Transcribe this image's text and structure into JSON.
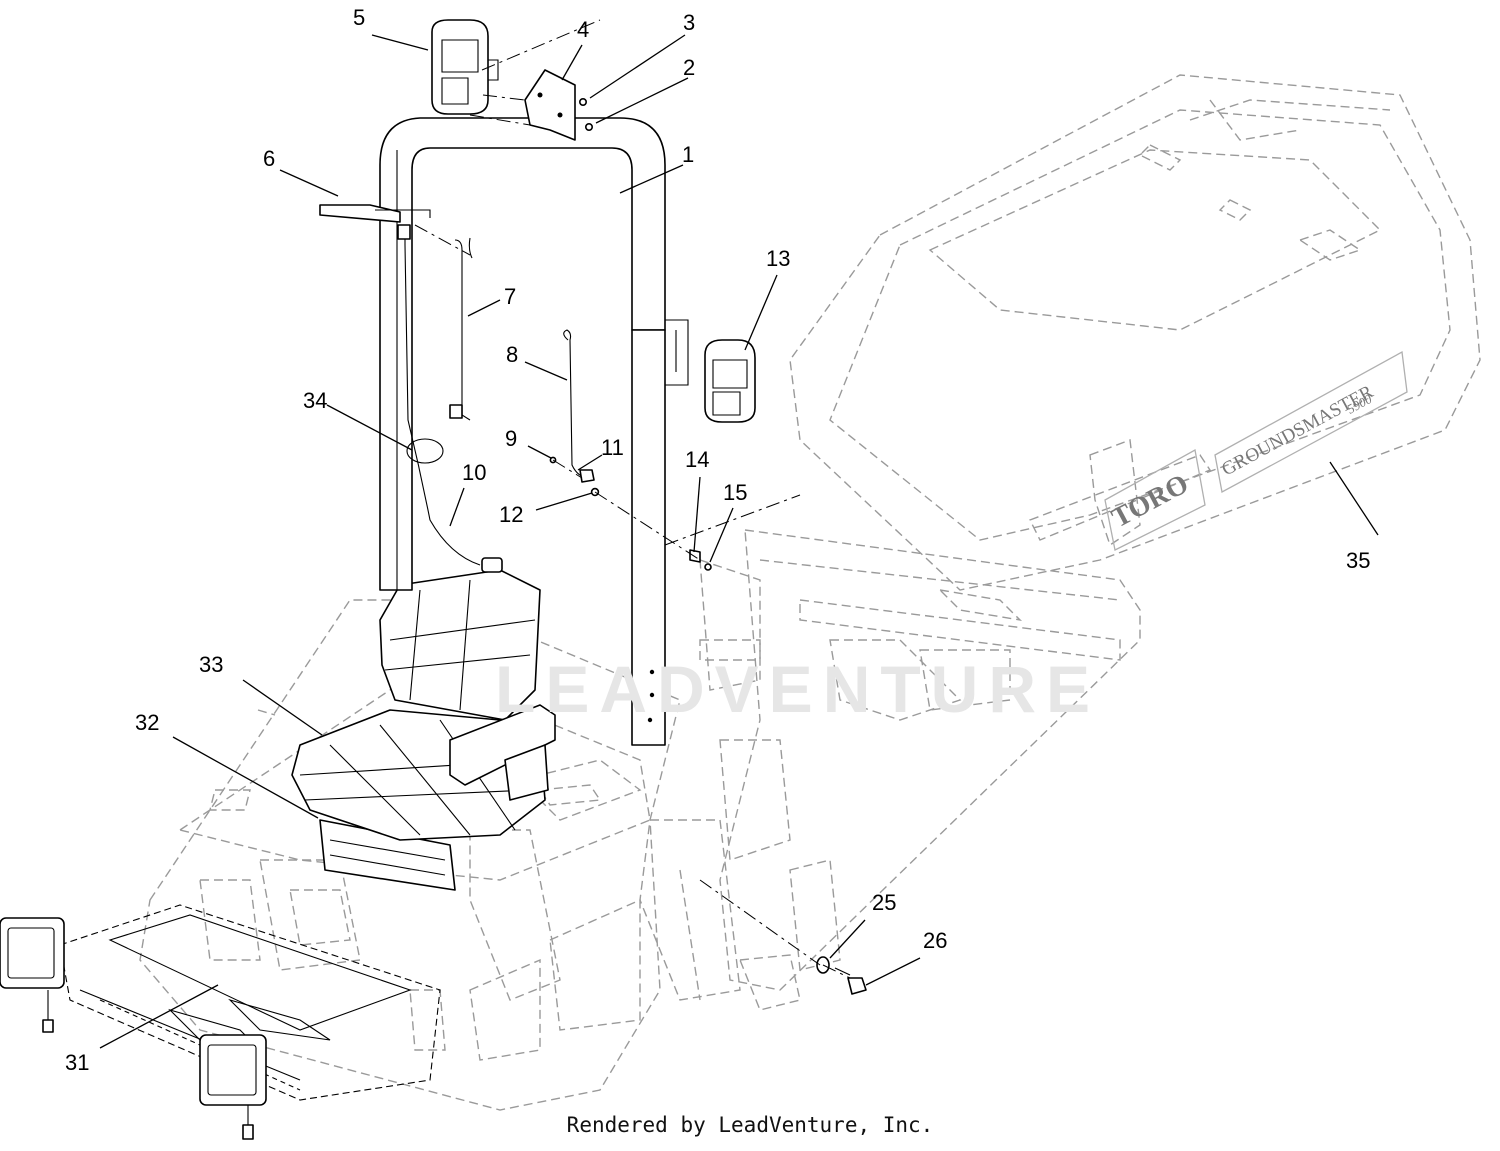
{
  "diagram": {
    "watermark": "LEADVENTURE",
    "decal": {
      "brand": "TORO",
      "model": "GROUNDSMASTER",
      "model_number": "5900"
    },
    "callouts": [
      {
        "num": "1"
      },
      {
        "num": "2"
      },
      {
        "num": "3"
      },
      {
        "num": "4"
      },
      {
        "num": "5"
      },
      {
        "num": "6"
      },
      {
        "num": "7"
      },
      {
        "num": "8"
      },
      {
        "num": "9"
      },
      {
        "num": "10"
      },
      {
        "num": "11"
      },
      {
        "num": "12"
      },
      {
        "num": "13"
      },
      {
        "num": "14"
      },
      {
        "num": "15"
      },
      {
        "num": "25"
      },
      {
        "num": "26"
      },
      {
        "num": "31"
      },
      {
        "num": "32"
      },
      {
        "num": "33"
      },
      {
        "num": "34"
      },
      {
        "num": "35"
      }
    ]
  },
  "footer": {
    "text": "Rendered by LeadVenture, Inc."
  }
}
